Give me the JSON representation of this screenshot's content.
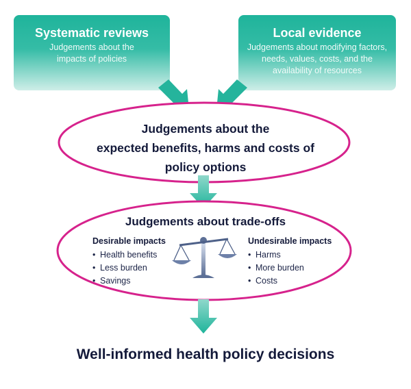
{
  "boxes": {
    "systematic": {
      "title": "Systematic reviews",
      "lines": [
        "Judgements about the",
        "impacts of policies"
      ]
    },
    "local": {
      "title": "Local evidence",
      "lines": [
        "Judgements about modifying factors,",
        "needs, values, costs, and the",
        "availability of resources"
      ]
    }
  },
  "ellipse1": {
    "lines": [
      "Judgements about the",
      "expected benefits, harms and costs of",
      "policy options"
    ]
  },
  "ellipse2": {
    "title": "Judgements about trade-offs",
    "desirable": {
      "heading": "Desirable impacts",
      "items": [
        "Health benefits",
        "Less burden",
        "Savings"
      ]
    },
    "undesirable": {
      "heading": "Undesirable impacts",
      "items": [
        "Harms",
        "More burden",
        "Costs"
      ]
    }
  },
  "outcome": "Well-informed health policy decisions",
  "colors": {
    "teal": "#1fb49b",
    "magenta": "#d6228c",
    "arrow_teal": "#25b49c",
    "text_navy": "#141a3a"
  }
}
